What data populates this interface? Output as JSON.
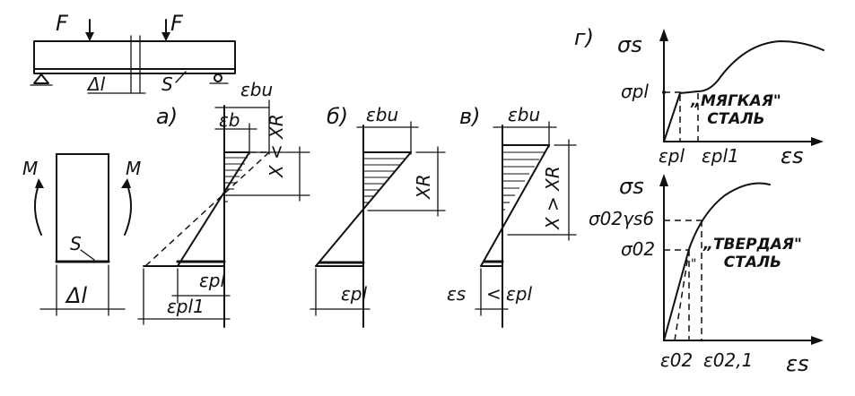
{
  "beam": {
    "force_left": "F",
    "force_right": "F",
    "delta_l": "Δl",
    "s_label": "S"
  },
  "element": {
    "m_left": "M",
    "m_right": "M",
    "s_label": "S",
    "delta_l": "Δl"
  },
  "diag_a": {
    "letter": "а)",
    "eps_bu": "εbu",
    "eps_b": "εb",
    "x_label": "X < XR",
    "eps_pl": "εpl",
    "eps_pl1": "εpl1"
  },
  "diag_b": {
    "letter": "б)",
    "eps_bu": "εbu",
    "x_label": "XR",
    "eps_pl": "εpl"
  },
  "diag_v": {
    "letter": "в)",
    "eps_bu": "εbu",
    "x_label": "X > XR",
    "eps_s": "εs",
    "lt": "<",
    "eps_pl": "εpl"
  },
  "graph_soft": {
    "letter": "г)",
    "y_axis": "σs",
    "x_axis": "εs",
    "sigma_pl": "σpl",
    "name": "„МЯГКАЯ\"\nСТАЛЬ",
    "eps_pl": "εpl",
    "eps_pl1": "εpl1"
  },
  "graph_hard": {
    "y_axis": "σs",
    "x_axis": "εs",
    "sigma_02_gamma": "σ02γs6",
    "sigma_02": "σ02",
    "name": "„ТВЕРДАЯ\"\nСТАЛЬ",
    "eps_02": "ε02",
    "eps_021": "ε02,1",
    "quote_mark": "\""
  }
}
